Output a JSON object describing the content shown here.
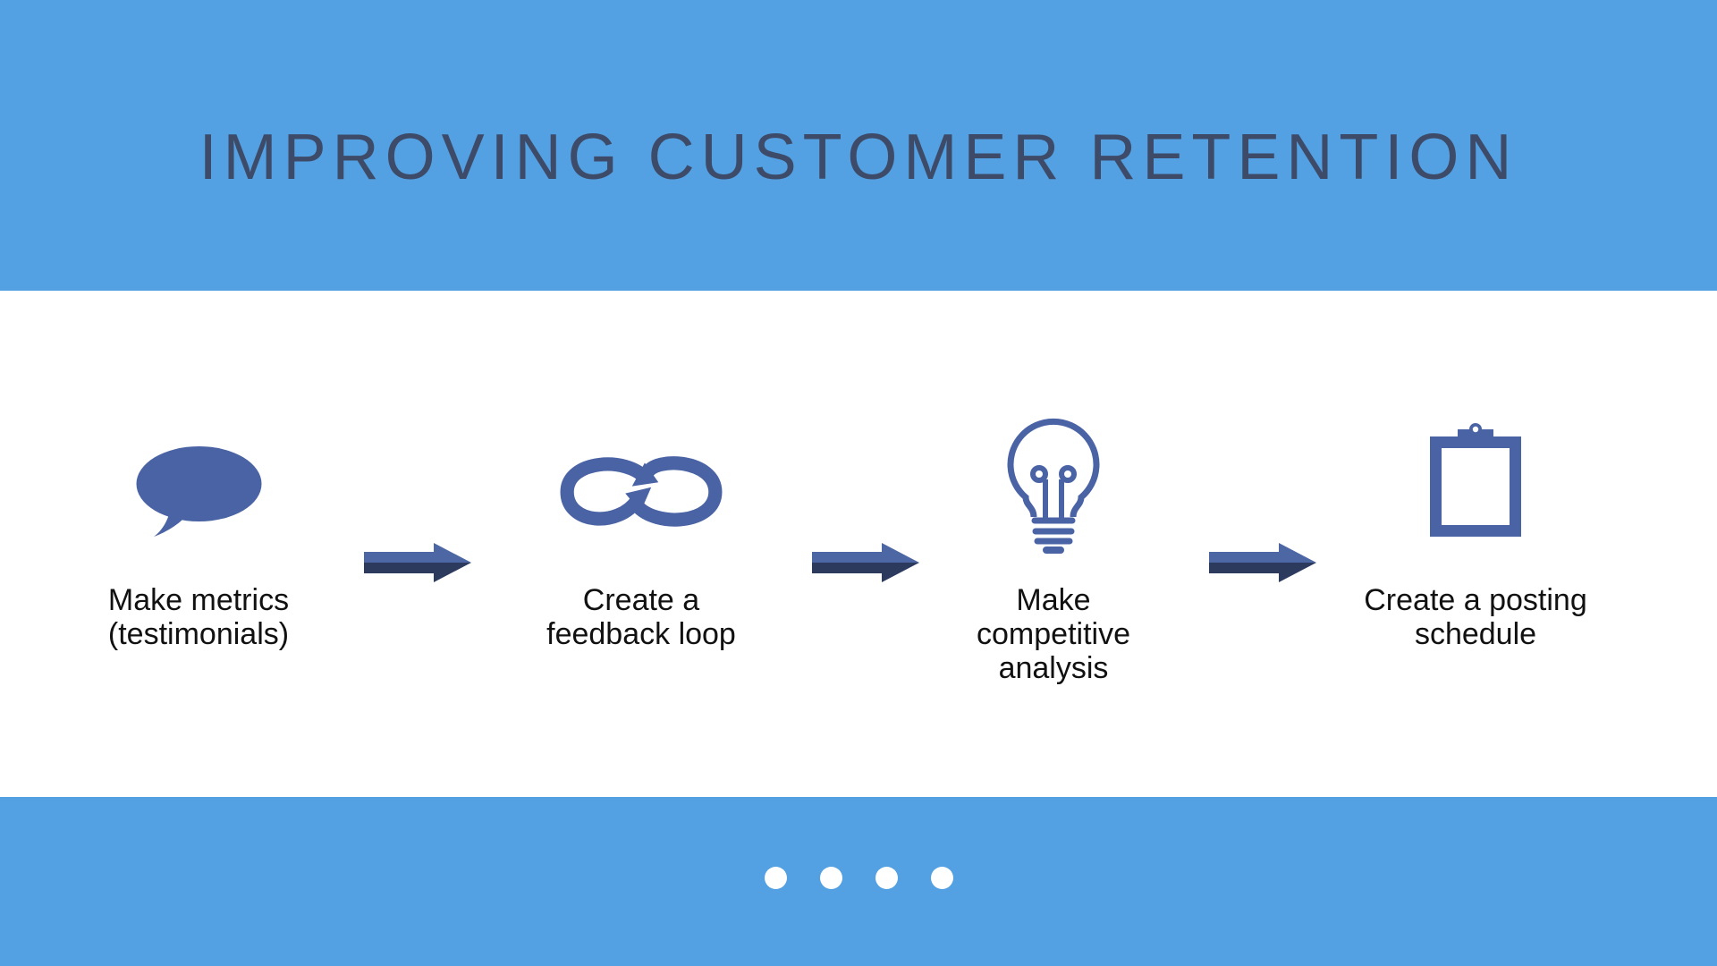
{
  "title": "IMPROVING CUSTOMER RETENTION",
  "colors": {
    "band-blue": "#53A0E2",
    "panel-white": "#FFFFFF",
    "icon-blue": "#4A63A5",
    "arrow-light": "#4D66A4",
    "arrow-dark": "#2C3A5E",
    "title-color": "#3D4B69",
    "label-color": "#111111",
    "dot-color": "#FFFFFF"
  },
  "steps": [
    {
      "icon": "speech-bubble-icon",
      "lines": [
        "Make metrics",
        "(testimonials)"
      ]
    },
    {
      "icon": "feedback-loop-icon",
      "lines": [
        "Create a",
        "feedback loop"
      ]
    },
    {
      "icon": "lightbulb-icon",
      "lines": [
        "Make",
        "competitive",
        "analysis"
      ]
    },
    {
      "icon": "clipboard-icon",
      "lines": [
        "Create a posting",
        "schedule"
      ]
    }
  ],
  "pagination": {
    "count": 4
  }
}
